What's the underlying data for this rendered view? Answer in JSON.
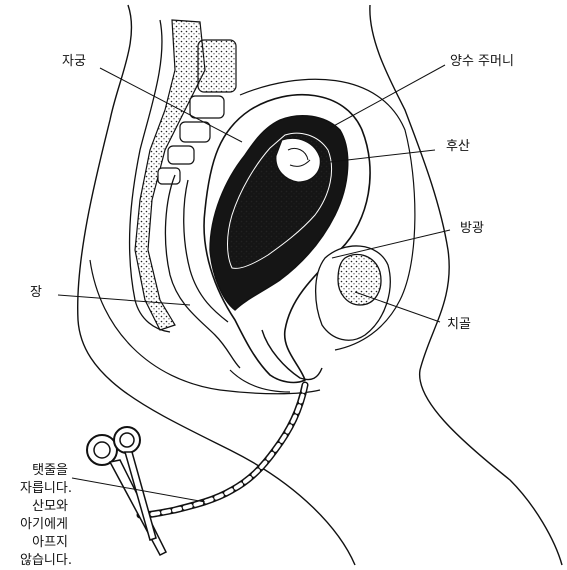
{
  "labels": {
    "uterus": "자궁",
    "amniotic_sac": "양수 주머니",
    "afterbirth": "후산",
    "bladder": "방광",
    "intestine": "장",
    "pubic_bone": "치골"
  },
  "note": {
    "lines": [
      "탯줄을",
      "자릅니다.",
      "산모와",
      "아기에게",
      "아프지",
      "않습니다."
    ]
  }
}
